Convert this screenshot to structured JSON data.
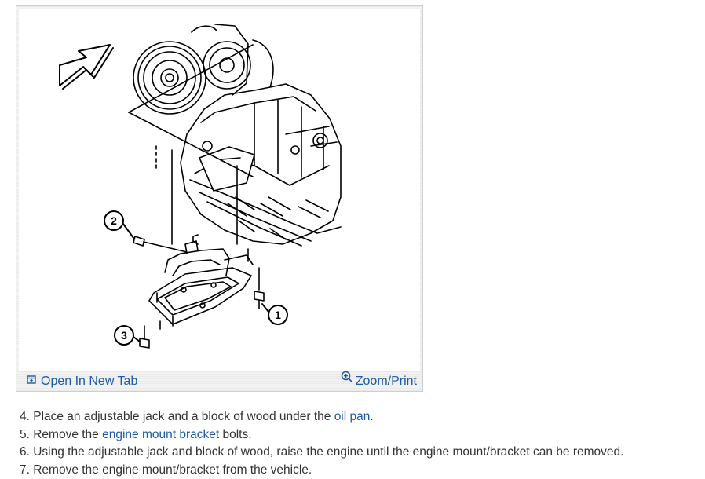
{
  "figure": {
    "callouts": [
      "1",
      "2",
      "3"
    ],
    "open_tab_label": "Open In New Tab",
    "zoom_label": "Zoom/Print",
    "open_tab_icon": "open-new-tab-icon",
    "zoom_icon": "magnifier-plus-icon"
  },
  "steps": [
    {
      "before": "4. Place an adjustable jack and a block of wood under the ",
      "link": "oil pan",
      "after": "."
    },
    {
      "before": "5. Remove the ",
      "link": "engine mount bracket",
      "after": " bolts."
    },
    {
      "before": "6. Using the adjustable jack and block of wood, raise the engine until the engine mount/bracket can be removed.",
      "link": "",
      "after": ""
    },
    {
      "before": "7. Remove the engine mount/bracket from the vehicle.",
      "link": "",
      "after": ""
    }
  ],
  "colors": {
    "link": "#1f5aa6",
    "text": "#333333",
    "frame_border": "#cfcfcf"
  }
}
